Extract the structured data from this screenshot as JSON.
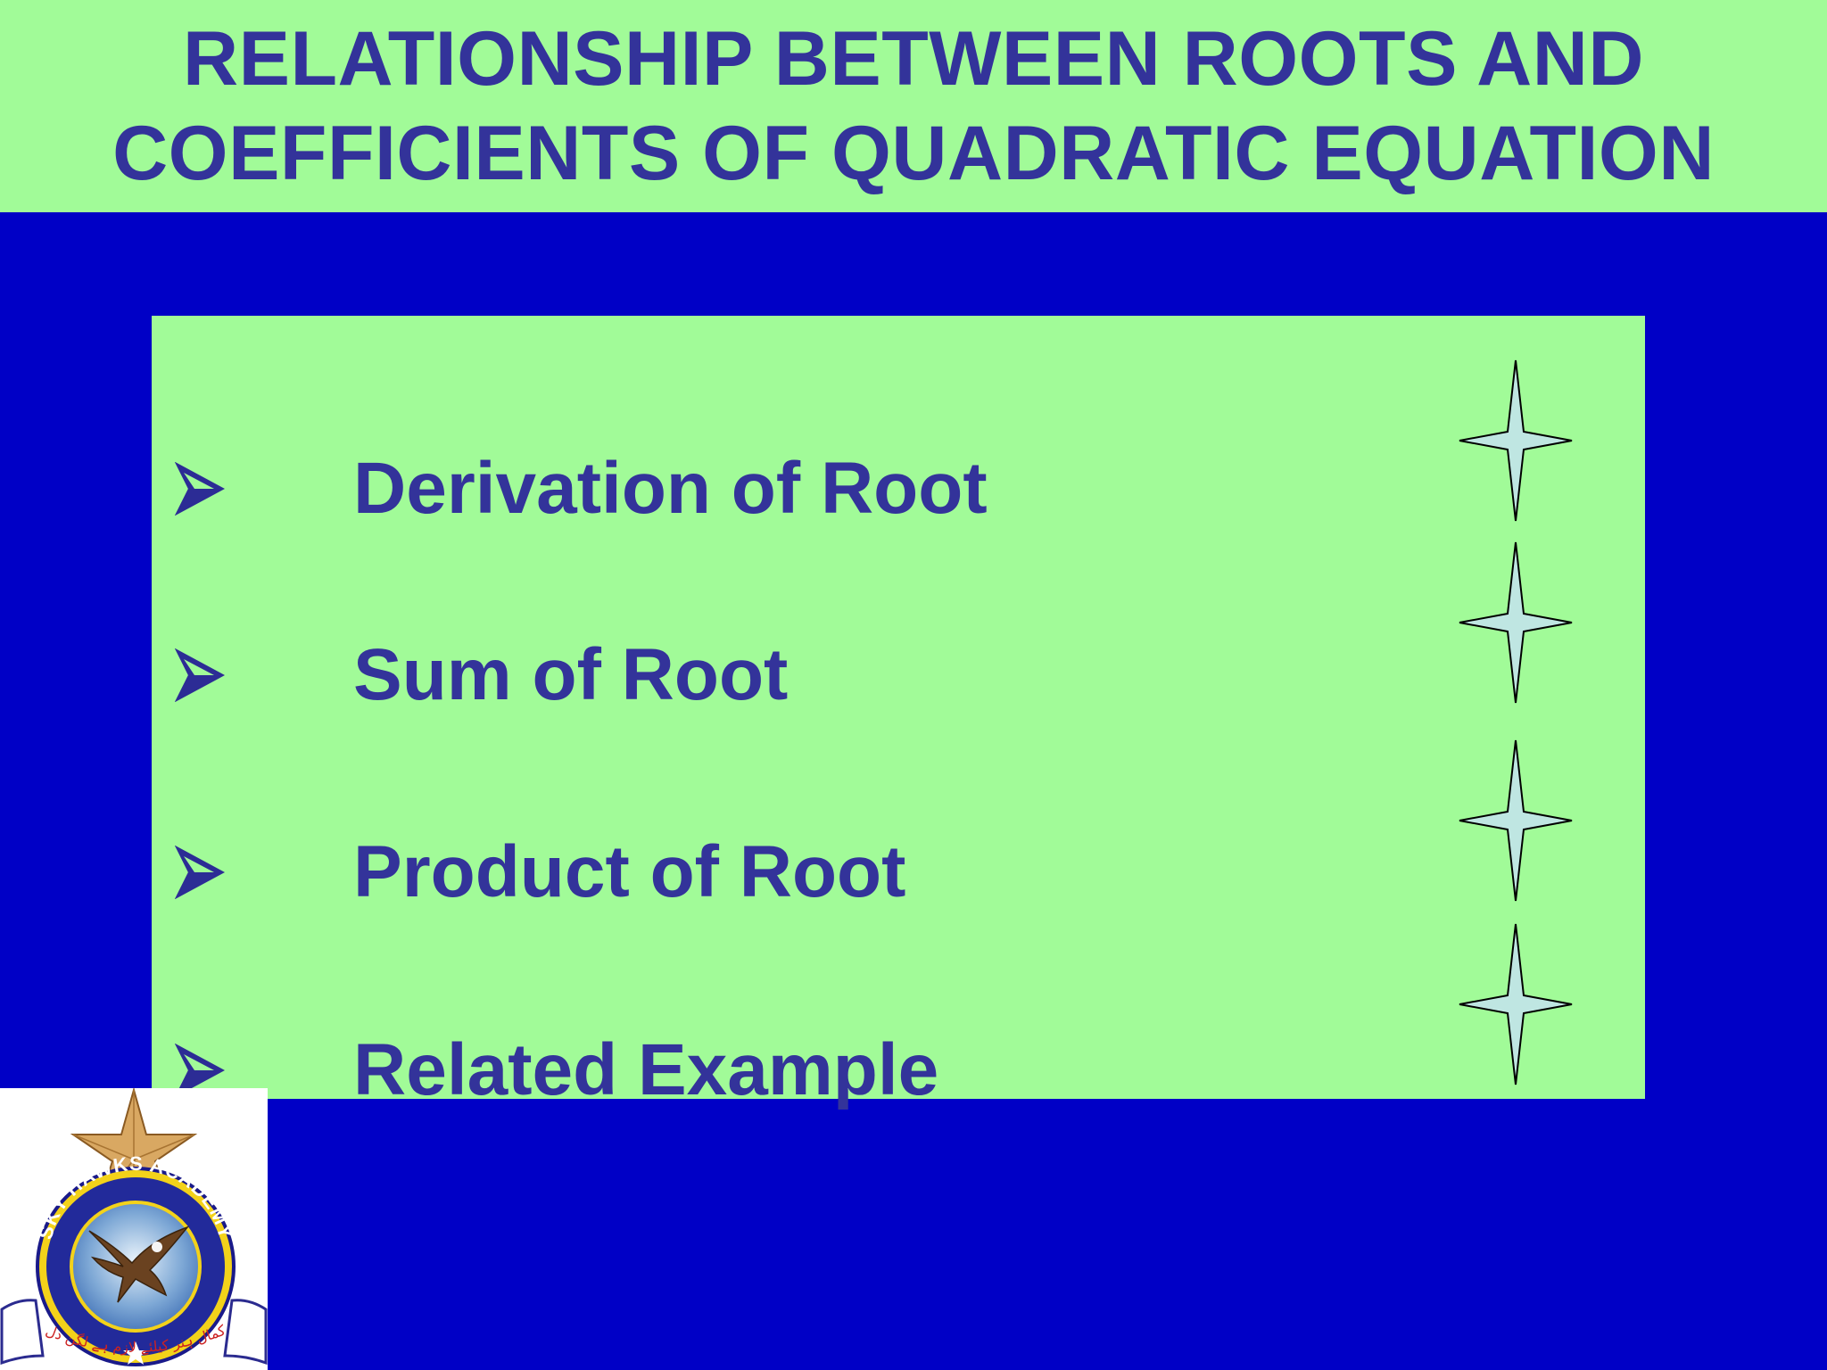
{
  "slide": {
    "title_line1": "RELATIONSHIP BETWEEN ROOTS AND",
    "title_line2": "COEFFICIENTS OF QUADRATIC EQUATION",
    "items": [
      {
        "label": "Derivation of Root",
        "bullet_icon": "arrow-bullet-icon",
        "marker_icon": "four-point-star-icon"
      },
      {
        "label": "Sum of Root",
        "bullet_icon": "arrow-bullet-icon",
        "marker_icon": "four-point-star-icon"
      },
      {
        "label": "Product of Root",
        "bullet_icon": "arrow-bullet-icon",
        "marker_icon": "four-point-star-icon"
      },
      {
        "label": "Related Example",
        "bullet_icon": "arrow-bullet-icon",
        "marker_icon": "four-point-star-icon"
      }
    ]
  },
  "logo": {
    "ring_text": "SKY HAWKS ACADEMY",
    "motto": "کمال ہنر کیلئے لازم ہے لگن دل",
    "icon": "eagle-emblem-icon"
  },
  "colors": {
    "background": "#0000c6",
    "panel": "#a1fb98",
    "text": "#33339a",
    "star_fill": "#bfe6e2"
  }
}
